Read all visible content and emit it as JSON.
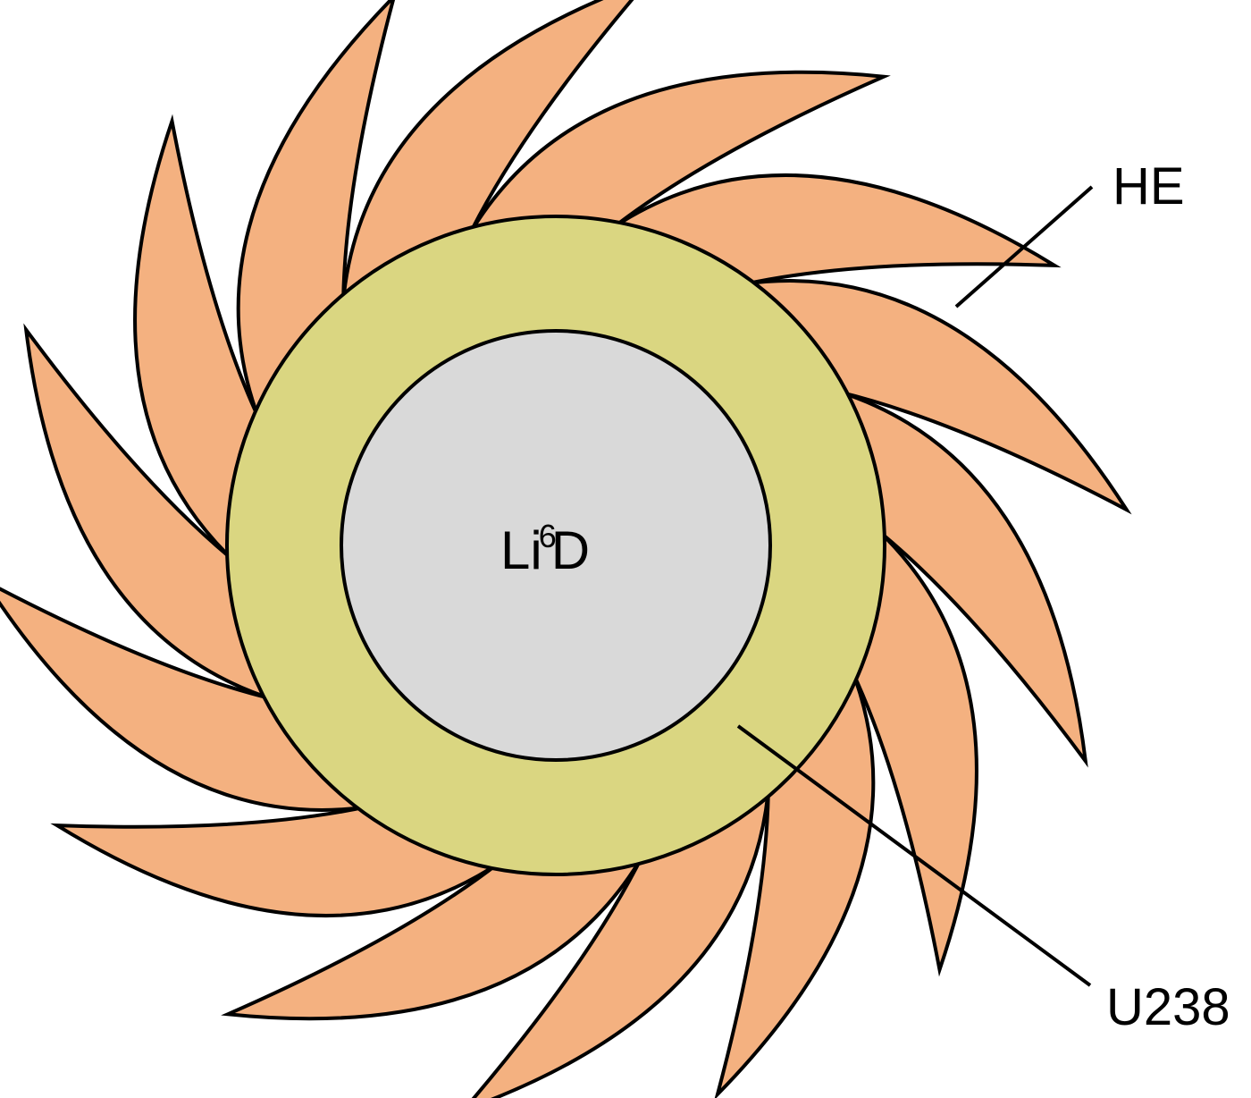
{
  "labels": {
    "he": "HE",
    "u238": "U238",
    "core_main": "Li",
    "core_sup": "6",
    "core_tail": "D"
  },
  "colors": {
    "petal": "#f4b180",
    "shell": "#dad681",
    "core": "#d9d9d9",
    "stroke": "#000000",
    "background": "#ffffff"
  },
  "petal_count": 14
}
